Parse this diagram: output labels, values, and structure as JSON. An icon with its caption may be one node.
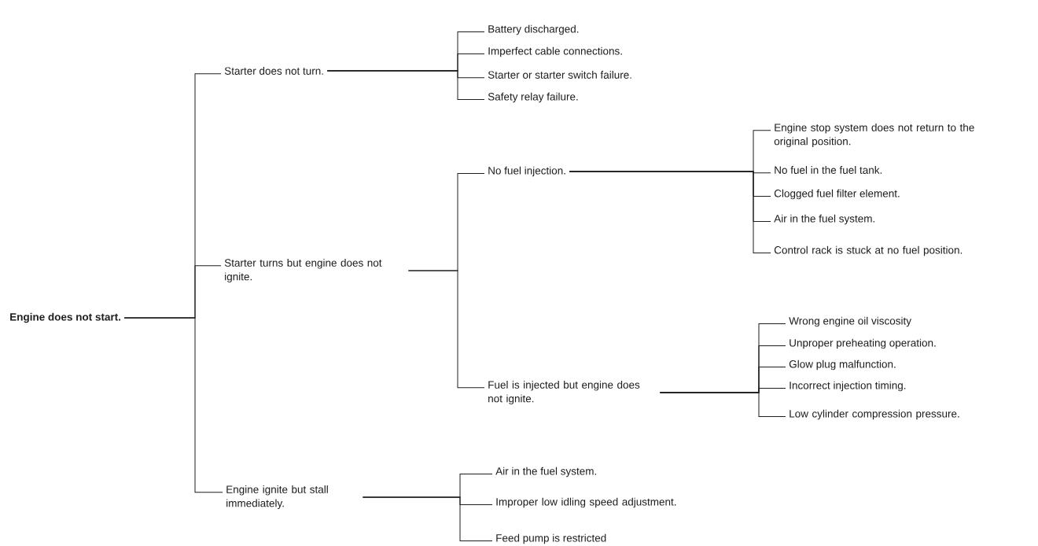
{
  "diagram": {
    "nodes": [
      {
        "text": [
          "Engine does not start."
        ]
      },
      {
        "text": [
          "Starter does not turn."
        ]
      },
      {
        "text": [
          "Starter turns but engine does not ignite."
        ]
      },
      {
        "text": [
          "Engine ignite but stall immediately."
        ]
      },
      {
        "text": [
          "Battery discharged."
        ]
      },
      {
        "text": [
          "Imperfect cable connections."
        ]
      },
      {
        "text": [
          "Starter or starter switch failure."
        ]
      },
      {
        "text": [
          "Safety relay failure."
        ]
      },
      {
        "text": [
          "No fuel injection."
        ]
      },
      {
        "text": [
          "Fuel is injected but engine does not ignite."
        ]
      },
      {
        "text": [
          "Engine stop system does not return to the original position."
        ]
      },
      {
        "text": [
          "No fuel in the fuel tank."
        ]
      },
      {
        "text": [
          "Clogged fuel filter element."
        ]
      },
      {
        "text": [
          "Air in the fuel system."
        ]
      },
      {
        "text": [
          "Control rack is stuck at no fuel position."
        ]
      },
      {
        "text": [
          "Wrong engine oil viscosity"
        ]
      },
      {
        "text": [
          "Unproper preheating operation."
        ]
      },
      {
        "text": [
          "Glow plug malfunction."
        ]
      },
      {
        "text": [
          "Incorrect injection timing."
        ]
      },
      {
        "text": [
          "Low cylinder compression pressure."
        ]
      },
      {
        "text": [
          "Air in the fuel system."
        ]
      },
      {
        "text": [
          "Improper low idling speed adjustment."
        ]
      },
      {
        "text": [
          "Feed pump is restricted"
        ]
      }
    ],
    "edges": [
      {
        "from": 0,
        "to": 1,
        "arrow": "none"
      },
      {
        "from": 0,
        "to": 2,
        "arrow": "none"
      },
      {
        "from": 0,
        "to": 3,
        "arrow": "none"
      },
      {
        "from": 1,
        "to": 4,
        "arrow": "none"
      },
      {
        "from": 1,
        "to": 5,
        "arrow": "none"
      },
      {
        "from": 1,
        "to": 6,
        "arrow": "none"
      },
      {
        "from": 1,
        "to": 7,
        "arrow": "none"
      },
      {
        "from": 2,
        "to": 8,
        "arrow": "none"
      },
      {
        "from": 2,
        "to": 9,
        "arrow": "none"
      },
      {
        "from": 8,
        "to": 10,
        "arrow": "none"
      },
      {
        "from": 8,
        "to": 11,
        "arrow": "none"
      },
      {
        "from": 8,
        "to": 12,
        "arrow": "none"
      },
      {
        "from": 8,
        "to": 13,
        "arrow": "none"
      },
      {
        "from": 8,
        "to": 14,
        "arrow": "none"
      },
      {
        "from": 9,
        "to": 15,
        "arrow": "none"
      },
      {
        "from": 9,
        "to": 16,
        "arrow": "none"
      },
      {
        "from": 9,
        "to": 17,
        "arrow": "none"
      },
      {
        "from": 9,
        "to": 18,
        "arrow": "none"
      },
      {
        "from": 9,
        "to": 19,
        "arrow": "none"
      },
      {
        "from": 3,
        "to": 20,
        "arrow": "none"
      },
      {
        "from": 3,
        "to": 21,
        "arrow": "none"
      },
      {
        "from": 3,
        "to": 22,
        "arrow": "none"
      }
    ]
  }
}
